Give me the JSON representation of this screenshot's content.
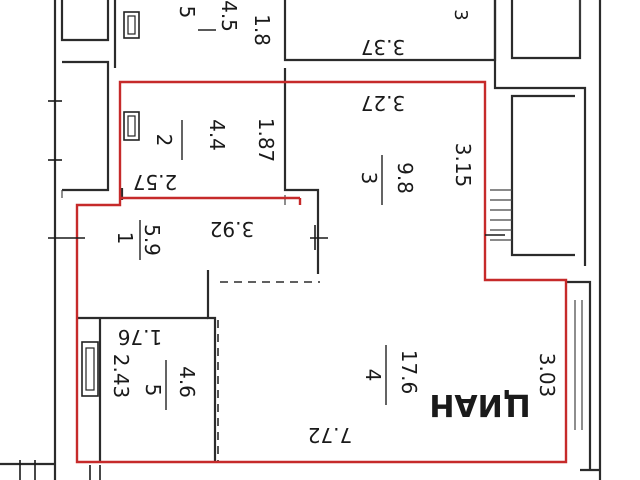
{
  "rooms": [
    {
      "id": "top-bath",
      "number": "5",
      "area": "4.5",
      "dim": "1.8",
      "dim_b": "3.37"
    },
    {
      "id": "bath-2",
      "number": "2",
      "area": "4.4",
      "dim": "1.87",
      "dim_b": "2.57"
    },
    {
      "id": "room-3",
      "number": "3",
      "area": "9.8",
      "dim": "3.15",
      "dim_b": "3.27"
    },
    {
      "id": "hall-1",
      "number": "1",
      "area": "5.9",
      "dim": "3.92"
    },
    {
      "id": "room-4",
      "number": "4",
      "area": "17.6",
      "dim": "3.03",
      "dim_b": "7.72"
    },
    {
      "id": "bath-5",
      "number": "5",
      "area": "4.6",
      "dim": "2.43",
      "dim_b": "1.76"
    }
  ],
  "watermark": "ЦИАН"
}
